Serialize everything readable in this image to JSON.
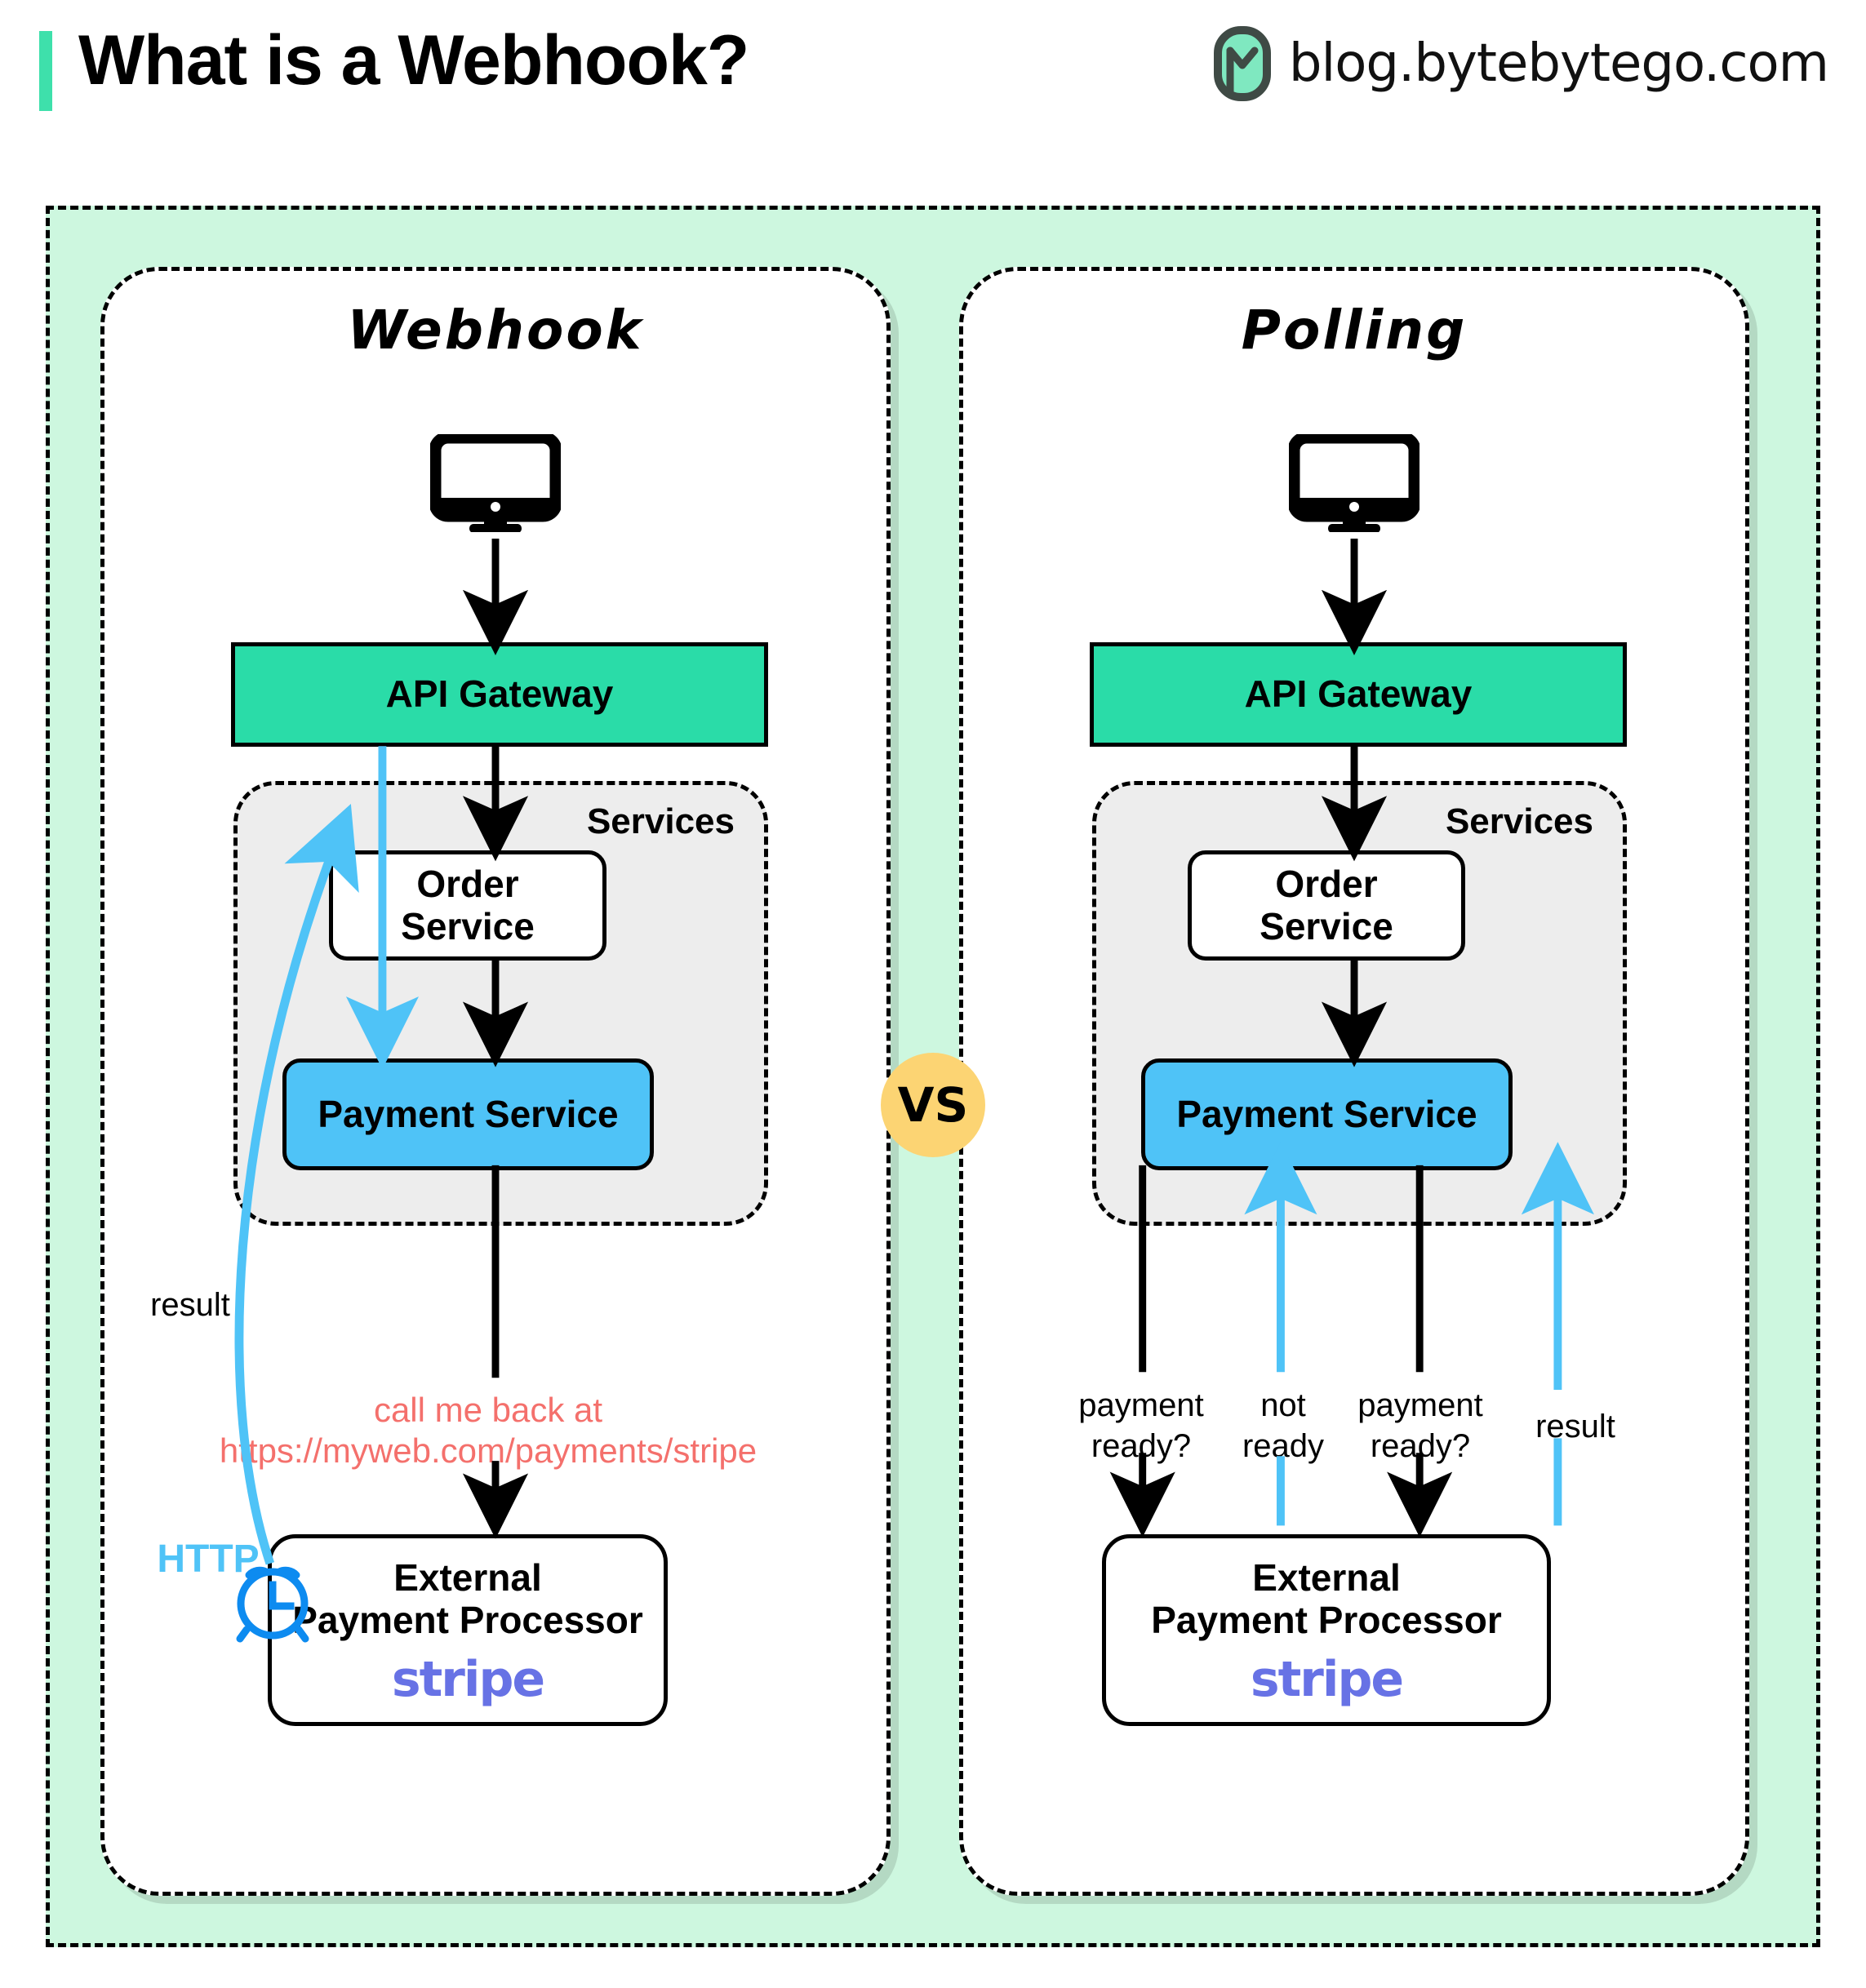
{
  "header": {
    "title": "What is a Webhook?",
    "brand_text": "blog.bytebytego.com",
    "accent_color": "#3ee0ab"
  },
  "vs_badge": {
    "label": "VS",
    "color": "#FCD473"
  },
  "colors": {
    "outer_background": "#CDF7DF",
    "api_gateway": "#2ADCA8",
    "payment_service": "#4FC3F7",
    "services_background": "#EDEDED",
    "response_arrow": "#4FC3F7",
    "request_arrow": "#000000",
    "callback_text": "#F4706C",
    "stripe": "#6772E5",
    "clock_icon": "#0D8BF0"
  },
  "panels": [
    {
      "id": "webhook",
      "title": "Webhook",
      "monitor_icon": "desktop-monitor-icon",
      "api_gateway": "API Gateway",
      "services_label": "Services",
      "order_service": "Order\nService",
      "order_service_line1": "Order",
      "order_service_line2": "Service",
      "payment_service": "Payment Service",
      "external_processor_line1": "External",
      "external_processor_line2": "Payment Processor",
      "stripe_label": "stripe",
      "annotations": {
        "result": "result",
        "http": "HTTP",
        "callback_line1": "call me back at",
        "callback_line2": "https://myweb.com/payments/stripe"
      },
      "clock_icon": "alarm-clock-icon"
    },
    {
      "id": "polling",
      "title": "Polling",
      "monitor_icon": "desktop-monitor-icon",
      "api_gateway": "API Gateway",
      "services_label": "Services",
      "order_service_line1": "Order",
      "order_service_line2": "Service",
      "payment_service": "Payment Service",
      "external_processor_line1": "External",
      "external_processor_line2": "Payment Processor",
      "stripe_label": "stripe",
      "annotations": {
        "q1_line1": "payment",
        "q1_line2": "ready?",
        "a1_line1": "not",
        "a1_line2": "ready",
        "q2_line1": "payment",
        "q2_line2": "ready?",
        "result": "result"
      }
    }
  ]
}
